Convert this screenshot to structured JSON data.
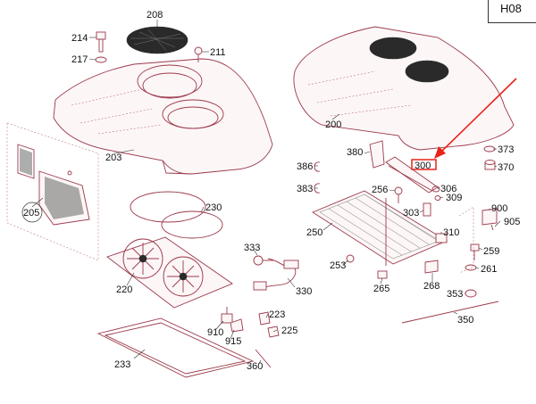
{
  "sheet_code": "H08",
  "highlighted_part": "300",
  "colors": {
    "line": "#9b3a4a",
    "highlight": "#e8231a",
    "text": "#111111"
  },
  "callouts": {
    "p208": "208",
    "p214": "214",
    "p217": "217",
    "p211": "211",
    "p203": "203",
    "p205": "205",
    "p230": "230",
    "p220": "220",
    "p233": "233",
    "p910": "910",
    "p915": "915",
    "p223": "223",
    "p225": "225",
    "p360": "360",
    "p333": "333",
    "p330": "330",
    "p200": "200",
    "p380": "380",
    "p386": "386",
    "p383": "383",
    "p256": "256",
    "p300": "300",
    "p306": "306",
    "p309": "309",
    "p303": "303",
    "p373": "373",
    "p370": "370",
    "p250": "250",
    "p253": "253",
    "p265": "265",
    "p268": "268",
    "p310": "310",
    "p900": "900",
    "p905": "905",
    "p259": "259",
    "p261": "261",
    "p353": "353",
    "p350": "350"
  }
}
